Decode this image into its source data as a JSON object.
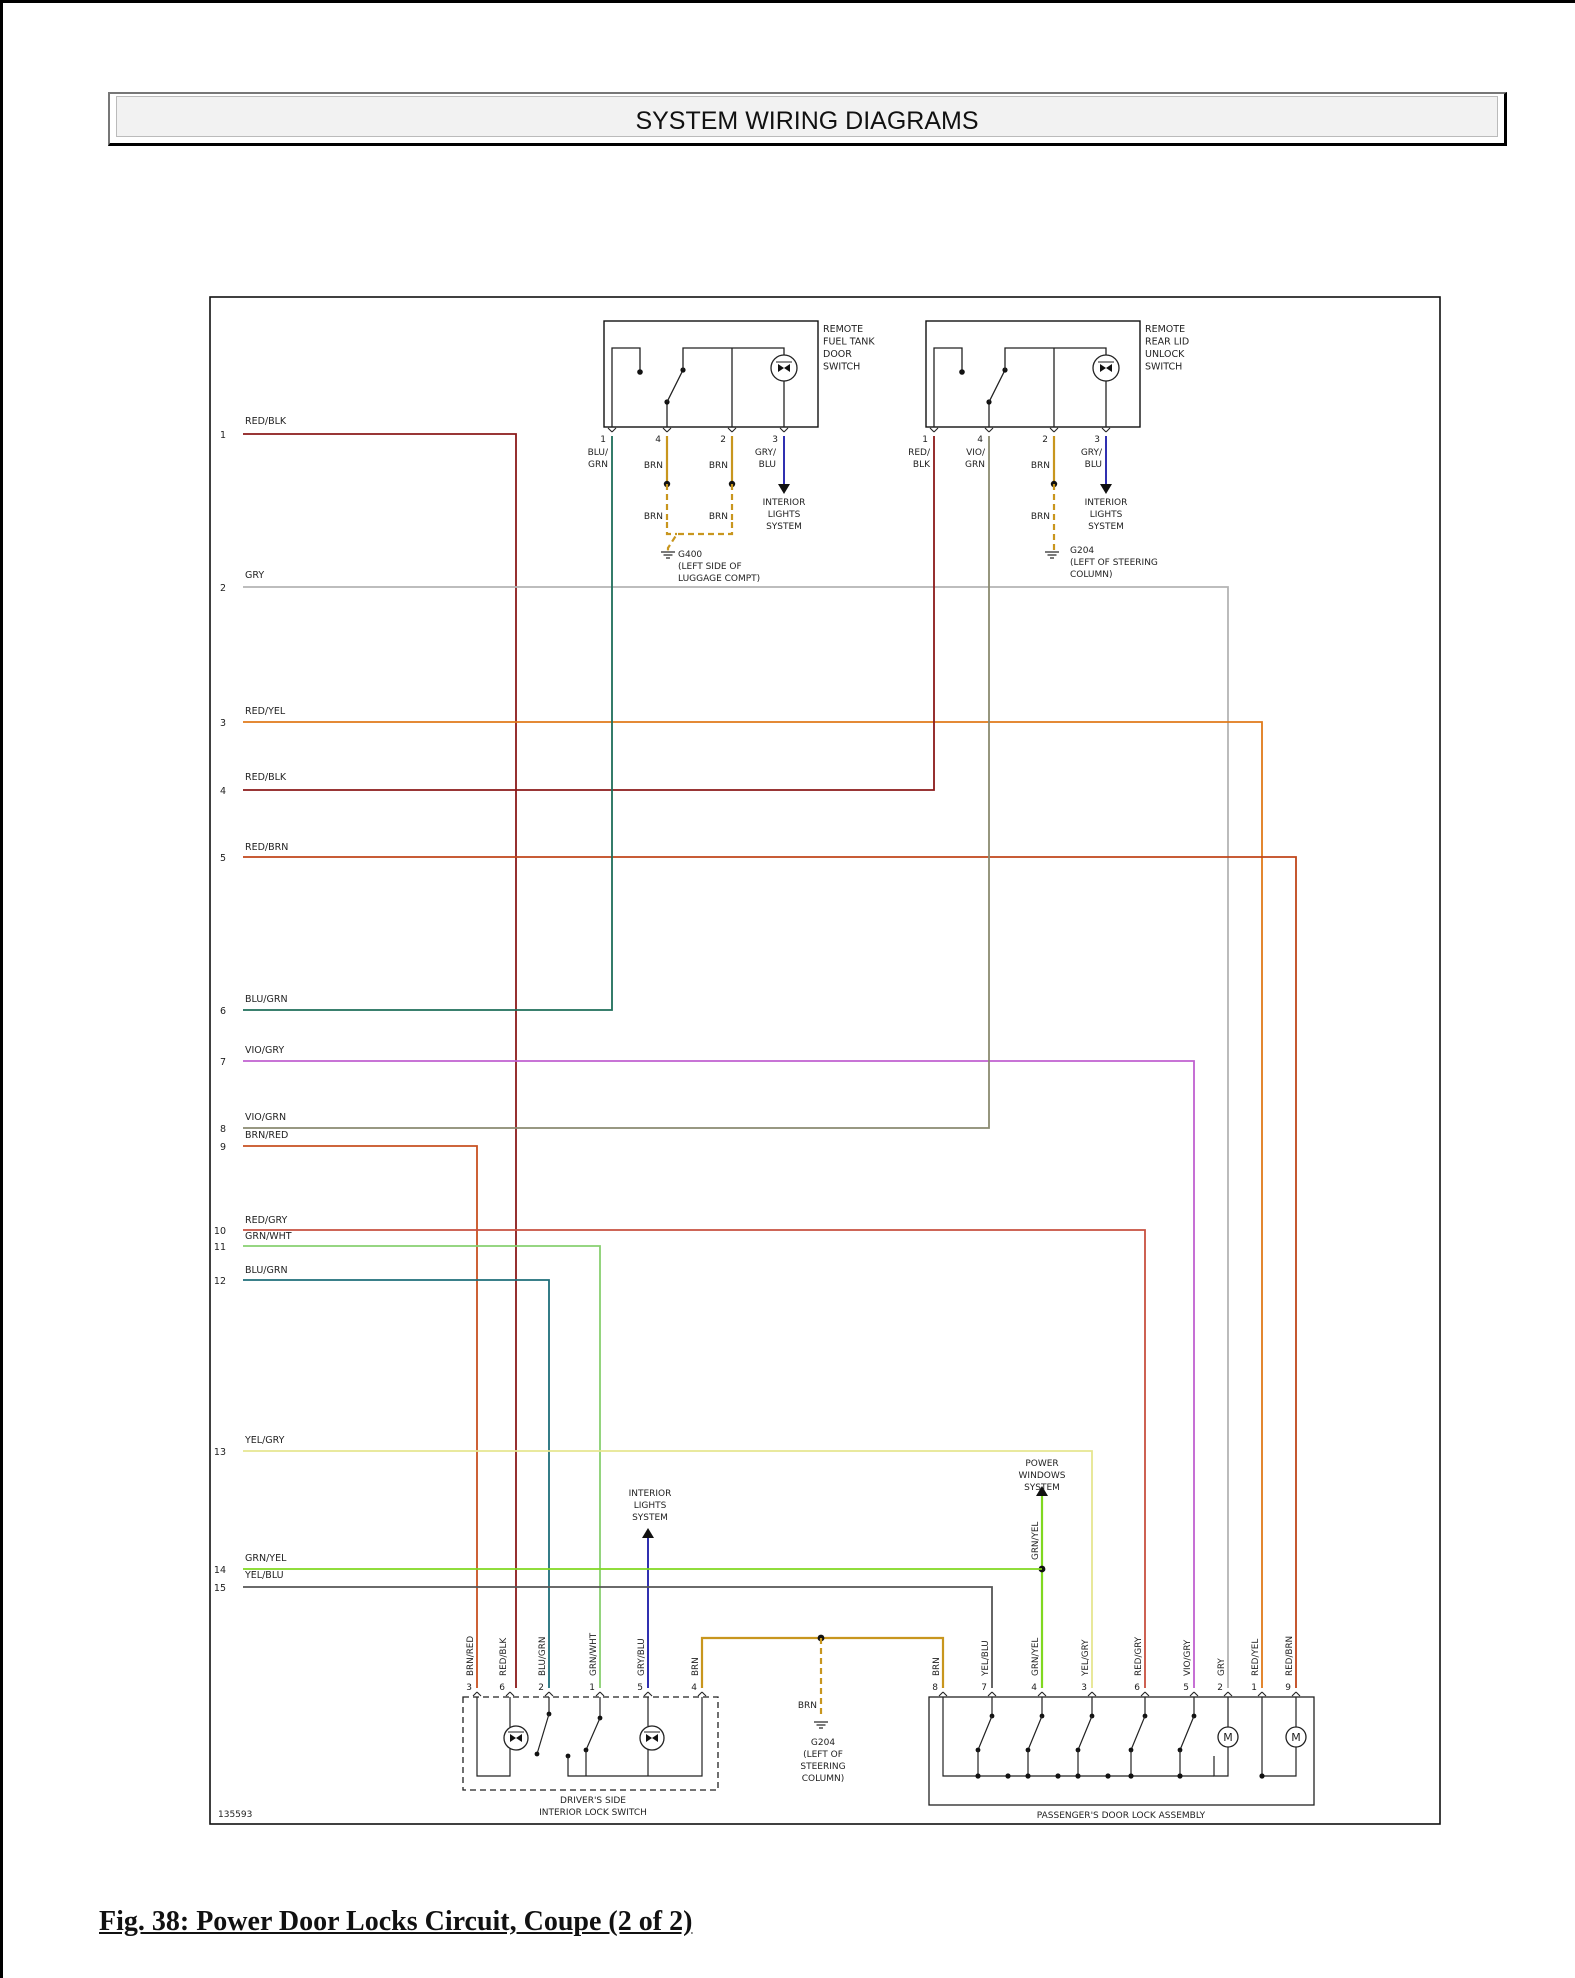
{
  "header": {
    "title": "SYSTEM WIRING DIAGRAMS"
  },
  "caption": "Fig. 38: Power Door Locks Circuit, Coupe (2 of 2)",
  "diagram_id": "135593",
  "components": {
    "fuel_switch": [
      "REMOTE",
      "FUEL TANK",
      "DOOR",
      "SWITCH"
    ],
    "rear_lid_switch": [
      "REMOTE",
      "REAR LID",
      "UNLOCK",
      "SWITCH"
    ],
    "driver_switch": [
      "DRIVER'S SIDE",
      "INTERIOR LOCK SWITCH"
    ],
    "passenger_assembly": "PASSENGER'S DOOR LOCK ASSEMBLY",
    "interior_lights": [
      "INTERIOR",
      "LIGHTS",
      "SYSTEM"
    ],
    "power_windows": [
      "POWER",
      "WINDOWS",
      "SYSTEM"
    ],
    "motor_symbol": "M"
  },
  "grounds": {
    "g400": [
      "G400",
      "(LEFT SIDE OF",
      "LUGGAGE COMPT)"
    ],
    "g204_top": [
      "G204",
      "(LEFT OF STEERING",
      "COLUMN)"
    ],
    "g204_bottom": [
      "G204",
      "(LEFT OF",
      "STEERING",
      "COLUMN)"
    ]
  },
  "wires": [
    {
      "num": "1",
      "label": "RED/BLK",
      "color": "#8b1a1a"
    },
    {
      "num": "2",
      "label": "GRY",
      "color": "#b4b4b4"
    },
    {
      "num": "3",
      "label": "RED/YEL",
      "color": "#e07a1a"
    },
    {
      "num": "4",
      "label": "RED/BLK",
      "color": "#8b1a1a"
    },
    {
      "num": "5",
      "label": "RED/BRN",
      "color": "#c0461a"
    },
    {
      "num": "6",
      "label": "BLU/GRN",
      "color": "#1f6e5a"
    },
    {
      "num": "7",
      "label": "VIO/GRY",
      "color": "#c060d0"
    },
    {
      "num": "8",
      "label": "VIO/GRN",
      "color": "#8a8a70"
    },
    {
      "num": "9",
      "label": "BRN/RED",
      "color": "#c85020"
    },
    {
      "num": "10",
      "label": "RED/GRY",
      "color": "#c85040"
    },
    {
      "num": "11",
      "label": "GRN/WHT",
      "color": "#88d070"
    },
    {
      "num": "12",
      "label": "BLU/GRN",
      "color": "#1f6e7a"
    },
    {
      "num": "13",
      "label": "YEL/GRY",
      "color": "#e6e690"
    },
    {
      "num": "14",
      "label": "GRN/YEL",
      "color": "#80d820"
    },
    {
      "num": "15",
      "label": "YEL/BLU",
      "color": "#555555"
    }
  ],
  "fuel_pins": {
    "pins": [
      "1",
      "4",
      "2",
      "3"
    ],
    "labels": {
      "p1": [
        "BLU/",
        "GRN"
      ],
      "p4": "BRN",
      "p2": "BRN",
      "p3": [
        "GRY/",
        "BLU"
      ]
    }
  },
  "rear_pins": {
    "pins": [
      "1",
      "4",
      "2",
      "3"
    ],
    "labels": {
      "p1": [
        "RED/",
        "BLK"
      ],
      "p4": [
        "VIO/",
        "GRN"
      ],
      "p2": "BRN",
      "p3": [
        "GRY/",
        "BLU"
      ]
    }
  },
  "brn_label": "BRN",
  "driver_pins": [
    {
      "pin": "3",
      "label": "BRN/RED"
    },
    {
      "pin": "6",
      "label": "RED/BLK"
    },
    {
      "pin": "2",
      "label": "BLU/GRN"
    },
    {
      "pin": "1",
      "label": "GRN/WHT"
    },
    {
      "pin": "5",
      "label": "GRY/BLU"
    },
    {
      "pin": "4",
      "label": "BRN"
    }
  ],
  "passenger_pins": [
    {
      "pin": "8",
      "label": "BRN"
    },
    {
      "pin": "7",
      "label": "YEL/BLU"
    },
    {
      "pin": "4",
      "label": "GRN/YEL"
    },
    {
      "pin": "3",
      "label": "YEL/GRY"
    },
    {
      "pin": "6",
      "label": "RED/GRY"
    },
    {
      "pin": "5",
      "label": "VIO/GRY"
    },
    {
      "pin": "2",
      "label": "GRY"
    },
    {
      "pin": "1",
      "label": "RED/YEL"
    },
    {
      "pin": "9",
      "label": "RED/BRN"
    }
  ],
  "power_windows_wire": "GRN/YEL"
}
